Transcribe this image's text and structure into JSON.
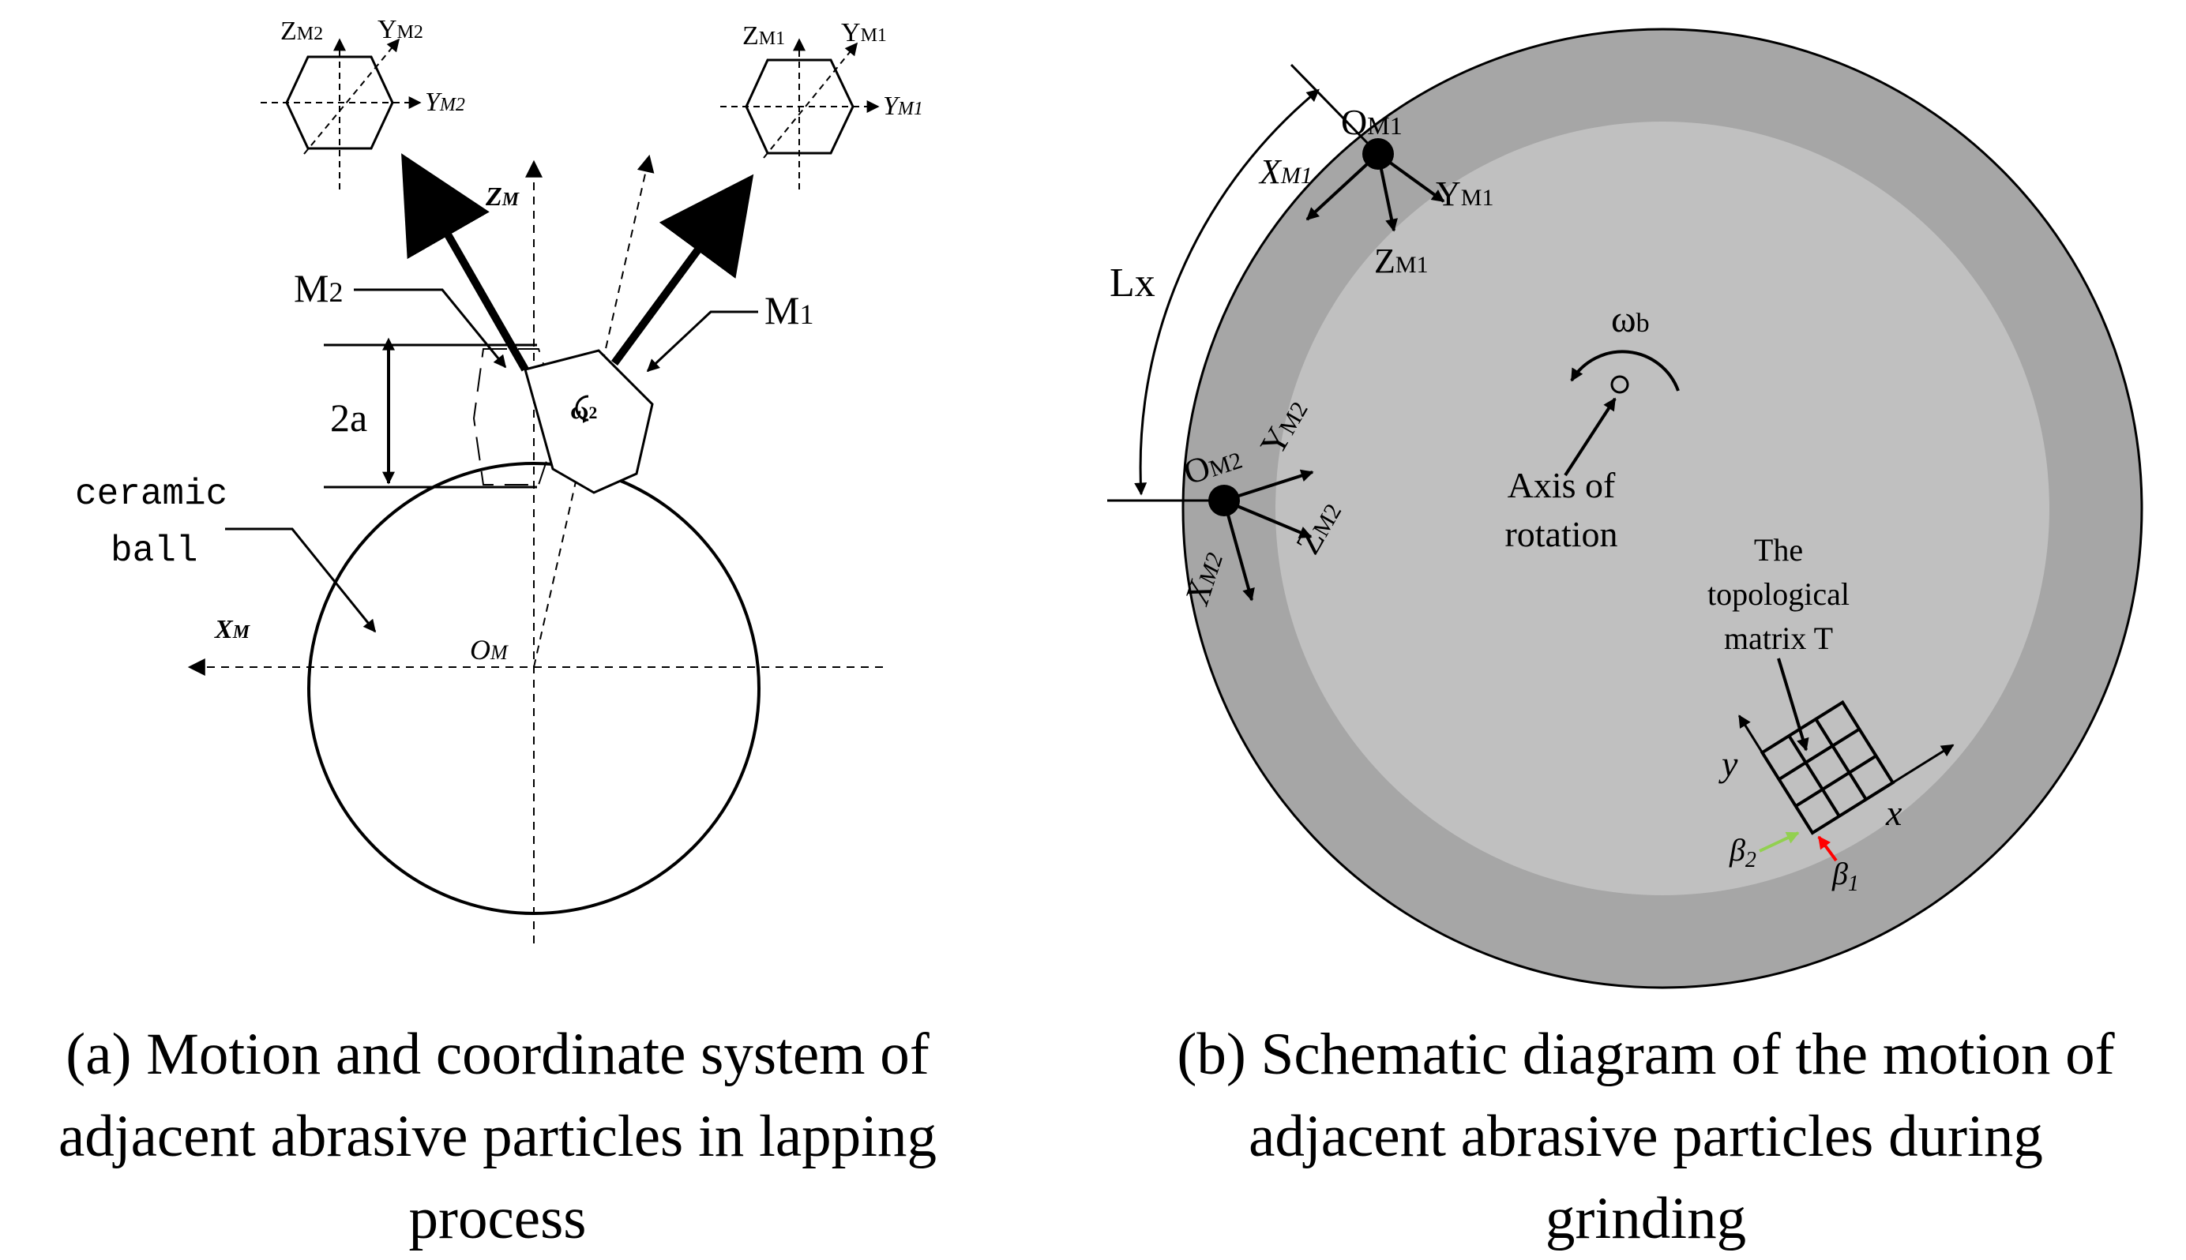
{
  "panel_a": {
    "label_zm": "Z",
    "label_zm_sub": "M",
    "label_xm": "X",
    "label_xm_sub": "M",
    "label_om": "O",
    "label_om_sub": "M",
    "label_m1": "M",
    "label_m1_sub": "1",
    "label_m2": "M",
    "label_m2_sub": "2",
    "label_2a": "2a",
    "label_omega2": "ω",
    "label_omega2_sub": "2",
    "ceramic_line1": "ceramic",
    "ceramic_line2": "ball",
    "inset1_z": "Z",
    "inset1_z_sub": "M1",
    "inset1_y": "Y",
    "inset1_y_sub": "M1",
    "inset1_y2": "Y",
    "inset1_y2_sub": "M1",
    "inset2_z": "Z",
    "inset2_z_sub": "M2",
    "inset2_y": "Y",
    "inset2_y_sub": "M2",
    "inset2_y2": "Y",
    "inset2_y2_sub": "M2"
  },
  "panel_b": {
    "om1": "O",
    "om1_sub": "M1",
    "xm1": "X",
    "xm1_sub": "M1",
    "ym1": "Y",
    "ym1_sub": "M1",
    "zm1": "Z",
    "zm1_sub": "M1",
    "om2": "O",
    "om2_sub": "M2",
    "ym2": "Y",
    "ym2_sub": "M2",
    "zm2": "Z",
    "zm2_sub": "M2",
    "xm2": "X",
    "xm2_sub": "M2",
    "lx": "Lx",
    "omega_b": "ω",
    "omega_b_sub": "b",
    "axis_line1": "Axis of",
    "axis_line2": "rotation",
    "topo_line1": "The",
    "topo_line2": "topological",
    "topo_line3": "matrix T",
    "grid_x": "x",
    "grid_y": "y",
    "beta1": "β",
    "beta1_sub": "1",
    "beta2": "β",
    "beta2_sub": "2"
  },
  "captions": {
    "a_line1": "(a) Motion and coordinate system of",
    "a_line2": "adjacent abrasive particles in lapping",
    "a_line3": "process",
    "b_line1": "(b) Schematic diagram of the motion of",
    "b_line2": "adjacent abrasive particles during",
    "b_line3": "grinding"
  },
  "colors": {
    "outer_disk": "#a6a6a6",
    "inner_disk": "#c0c0c0",
    "beta1_arrow": "#ff0000",
    "beta2_arrow": "#92d050"
  }
}
